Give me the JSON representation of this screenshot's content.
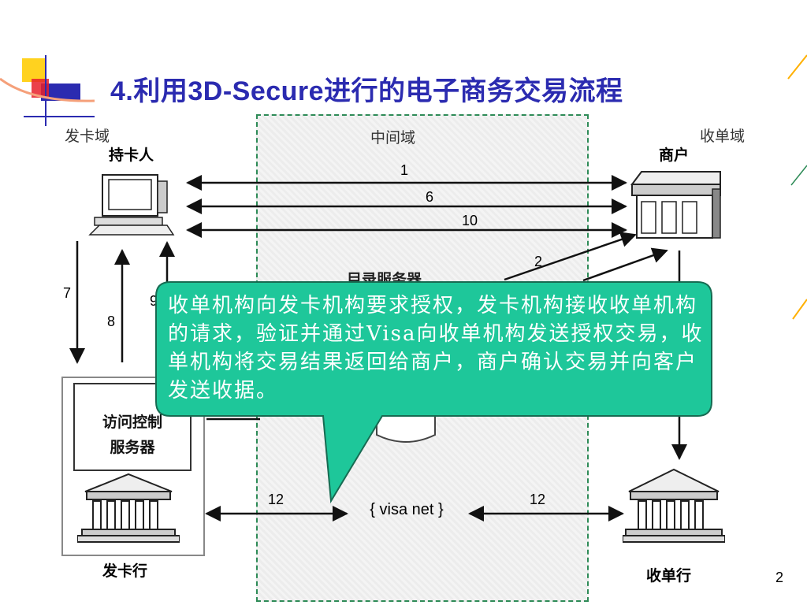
{
  "slide": {
    "title": "4.利用3D-Secure进行的电子商务交易流程",
    "page_number": "2"
  },
  "domains": {
    "issuer": "发卡域",
    "middle": "中间域",
    "acquirer": "收单域"
  },
  "actors": {
    "cardholder": "持卡人",
    "merchant": "商户",
    "issuer_bank": "发卡行",
    "acquirer_bank": "收单行",
    "directory_server": "目录服务器",
    "acs_line1": "访问控制",
    "acs_line2": "服务器",
    "visa_net": "visa net"
  },
  "steps": {
    "s1": "1",
    "s2": "2",
    "s6": "6",
    "s7": "7",
    "s8": "8",
    "s9": "9",
    "s10": "10",
    "s12_left": "12",
    "s12_right": "12"
  },
  "callout": {
    "text": "收单机构向发卡机构要求授权，发卡机构接收收单机构的请求，验证并通过Visa向收单机构发送授权交易，收单机构将交易结果返回给商户，商户确认交易并向客户发送收据。"
  },
  "colors": {
    "title": "#2b2bb0",
    "callout_fill": "#1ec79a",
    "zone_border": "#2e8b57",
    "accent_yellow": "#ffd21f",
    "accent_blue": "#2b2bb0",
    "accent_red": "#e8202a"
  }
}
